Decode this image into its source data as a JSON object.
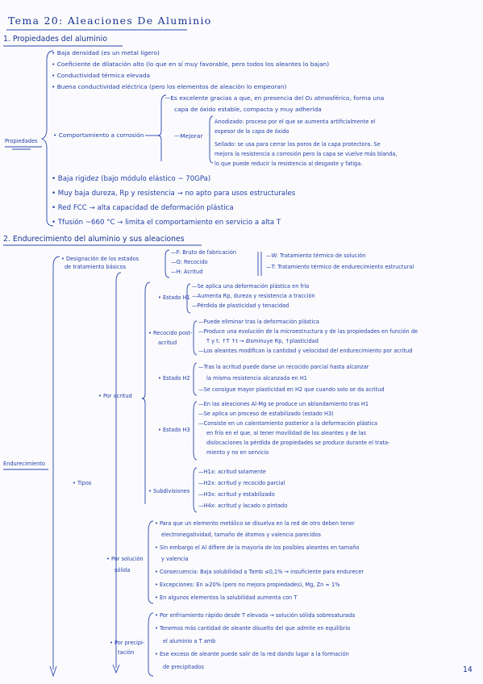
{
  "title": "Tema 20: Aleaciones De Aluminio",
  "section1": {
    "heading": "1. Propiedades del aluminio",
    "side_label": "Propiedades",
    "items": [
      "• Baja densidad (es un metal ligero)",
      "• Coeficiente de dilatación alto (lo que en sí muy favorable, pero todos los aleantes lo bajan)",
      "• Conductividad térmica elevada",
      "• Buena conductividad eléctrica (pero los elementos de aleación lo empeoran)"
    ],
    "corrosion": {
      "label": "• Comportamiento a corrosión",
      "line1a": "—Es excelente gracias a que, en presencia del O₂ atmosférico, forma una",
      "line1b": "capa de óxido estable, compacta y muy adherida",
      "mejorar": "—Mejorar",
      "anodizado_a": "Anodizado: proceso por el que se aumenta artificialmente el",
      "anodizado_b": "espesor de la capa de óxido",
      "sellado_a": "Sellado: se usa para cerrar los poros de la capa protectora. Se",
      "sellado_b": "mejora la resistencia a corrosión pero la capa se vuelve más blanda,",
      "sellado_c": "lo que puede reducir la resistencia al desgaste y fatiga."
    },
    "more": [
      "• Baja rigidez (bajo módulo elástico ~ 70GPa)",
      "• Muy baja dureza, Rp y resistencia → no apto para usos estructurales",
      "• Red FCC → alta capacidad de deformación plástica",
      "• Tfusión ~660 °C → limita el comportamiento en servicio a alta T"
    ]
  },
  "section2": {
    "heading": "2. Endurecimiento del aluminio y sus aleaciones",
    "side_label": "Endurecimiento",
    "designacion": {
      "label_a": "• Designación de los estados",
      "label_b": "de tratamiento básicos",
      "codes": [
        "—F: Bruto de fabricación",
        "—O: Recocido",
        "—H: Acritud"
      ],
      "w": "—W: Tratamiento térmico de solución",
      "tt": "—T: Tratamiento térmico de endurecimiento estructural"
    },
    "tipos": "• Tipos",
    "acritud": {
      "label": "• Por acritud",
      "estado_h1": "• Estado H1",
      "h1_items": [
        "—Se aplica una deformación plástica en frío",
        "—Aumenta Rp, dureza y resistencia a tracción",
        "—Pérdida de plasticidad y tenacidad"
      ],
      "recocido_label_a": "• Recocido post-",
      "recocido_label_b": "acritud",
      "recocido_items": [
        "—Puede eliminar tras la deformación plástica",
        "—Produce una evolución de la microestructura y de las propiedades en función de",
        "T y t: ↑T ↑t → disminuye Rp, ↑plasticidad",
        "—Los aleantes modifican la cantidad y velocidad del endurecimiento por acritud"
      ],
      "estado_h2": "• Estado H2",
      "h2_items": [
        "—Tras la acritud puede darse un recocido parcial hasta alcanzar",
        "la misma resistencia alcanzada en H1",
        "—Se consigue mayor plasticidad en H2 que cuando solo se da acritud"
      ],
      "estado_h3": "• Estado H3",
      "h3_items": [
        "—En las aleaciones Al-Mg se produce un ablandamiento tras H1",
        "—Se aplica un proceso de estabilizado (estado H3)",
        "—Consiste en un calentamiento posterior a la deformación plástica",
        "en frío en el que, al tener movilidad de los aleantes y de las",
        "dislocaciones la pérdida de propiedades se produce durante el trata-",
        "miento y no en servicio"
      ],
      "subdivisiones": "• Subdivisiones",
      "sub_items": [
        "—H1x: acritud solamente",
        "—H2x: acritud y recocido parcial",
        "—H3x: acritud y estabilizado",
        "—H4x: acritud y lacado o pintado"
      ]
    },
    "solucion": {
      "label_a": "• Por solución",
      "label_b": "sólida",
      "items": [
        "• Para que un elemento metálico se disuelva en la red de otro deben tener",
        "electronegatividad, tamaño de átomos y valencia parecidos",
        "• Sin embargo el Al difiere de la mayoría de los posibles aleantes en tamaño",
        "y valencia",
        "• Consecuencia: Baja solubilidad a Tamb ≤0,1% → insuficiente para endurecer",
        "• Excepciones: En ≥20% (pero no mejora propiedades), Mg, Zn ≈ 1%",
        "• En algunos elementos la solubilidad aumenta con T"
      ]
    },
    "precipitacion": {
      "label_a": "• Por precipi-",
      "label_b": "tación",
      "items": [
        "• Por enfriamiento rápido desde T elevada → solución sólida sobresaturada",
        "• Tenemos más cantidad de aleante disuelto del que admite en equilibrio",
        "el aluminio a T amb",
        "• Ese exceso de aleante puede salir de la red dando lugar a la formación",
        "de precipitados"
      ]
    }
  },
  "page_number": "14"
}
